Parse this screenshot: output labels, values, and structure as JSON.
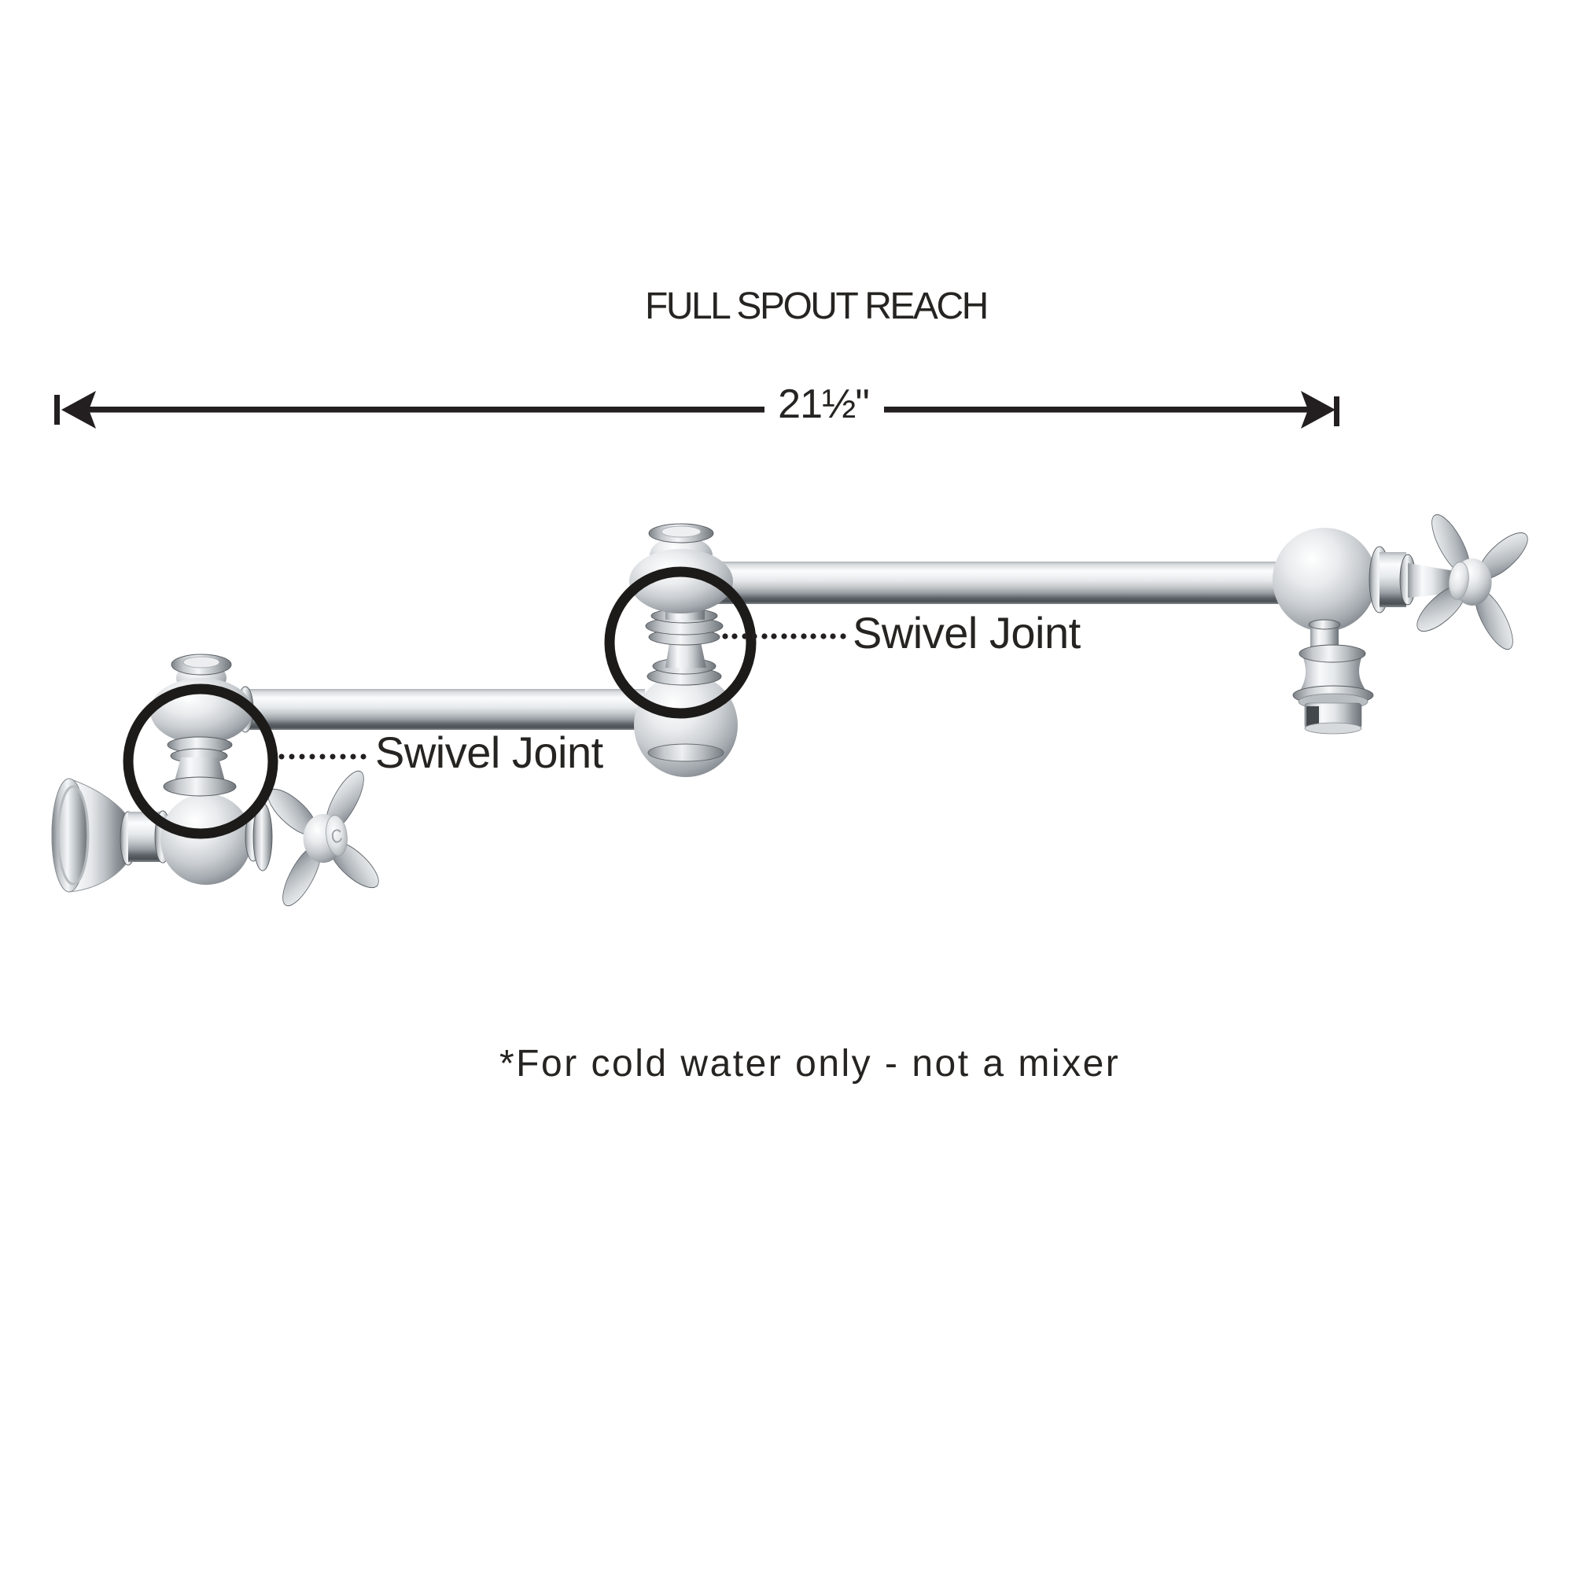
{
  "diagram": {
    "title": "FULL SPOUT REACH",
    "dimension_label": "21½\"",
    "swivel_joint_label_left": "Swivel Joint",
    "swivel_joint_label_right": "Swivel Joint",
    "footnote": "*For cold water only - not a mixer",
    "handle_cap_letter": "C"
  },
  "colors": {
    "background": "#ffffff",
    "ink": "#231f20",
    "chrome_highlight": "#fbfcfd",
    "chrome_mid": "#c6cacd",
    "chrome_shadow": "#565b60"
  }
}
